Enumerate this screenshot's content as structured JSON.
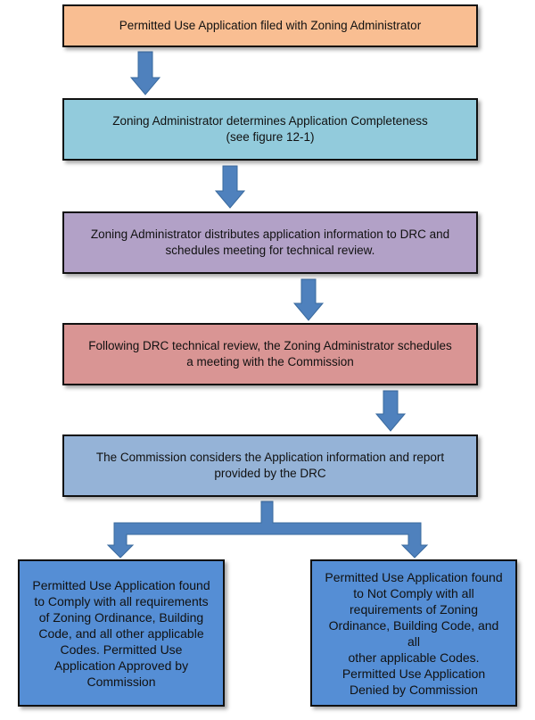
{
  "diagram": {
    "type": "flowchart",
    "arrow_color": "#4f81bd",
    "steps": [
      {
        "id": "filed",
        "text": "Permitted Use Application filed with Zoning Administrator",
        "color": "#f9be92"
      },
      {
        "id": "completeness",
        "text": "Zoning Administrator determines Application Completeness\n(see figure 12-1)",
        "color": "#92cbdc"
      },
      {
        "id": "distribute",
        "text": "Zoning Administrator distributes application information to DRC and\nschedules meeting for technical review.",
        "color": "#b2a1c7"
      },
      {
        "id": "schedule",
        "text": "Following DRC technical review, the Zoning Administrator schedules\na meeting with the Commission",
        "color": "#d99594"
      },
      {
        "id": "consider",
        "text": "The Commission considers the Application information and report\nprovided by the DRC",
        "color": "#95b3d7"
      },
      {
        "id": "approved",
        "text": "Permitted Use Application found\nto Comply with all requirements\nof Zoning Ordinance, Building\nCode, and all other applicable\nCodes.  Permitted Use\nApplication Approved by\nCommission",
        "color": "#558ed5"
      },
      {
        "id": "denied",
        "text": "Permitted Use Application found\nto Not Comply with all\nrequirements of Zoning\nOrdinance, Building Code, and all\nother applicable Codes.\nPermitted Use Application\nDenied by Commission",
        "color": "#558ed5"
      }
    ],
    "edges": [
      {
        "from": "filed",
        "to": "completeness"
      },
      {
        "from": "completeness",
        "to": "distribute"
      },
      {
        "from": "distribute",
        "to": "schedule"
      },
      {
        "from": "schedule",
        "to": "consider"
      },
      {
        "from": "consider",
        "to": "approved"
      },
      {
        "from": "consider",
        "to": "denied"
      }
    ]
  }
}
